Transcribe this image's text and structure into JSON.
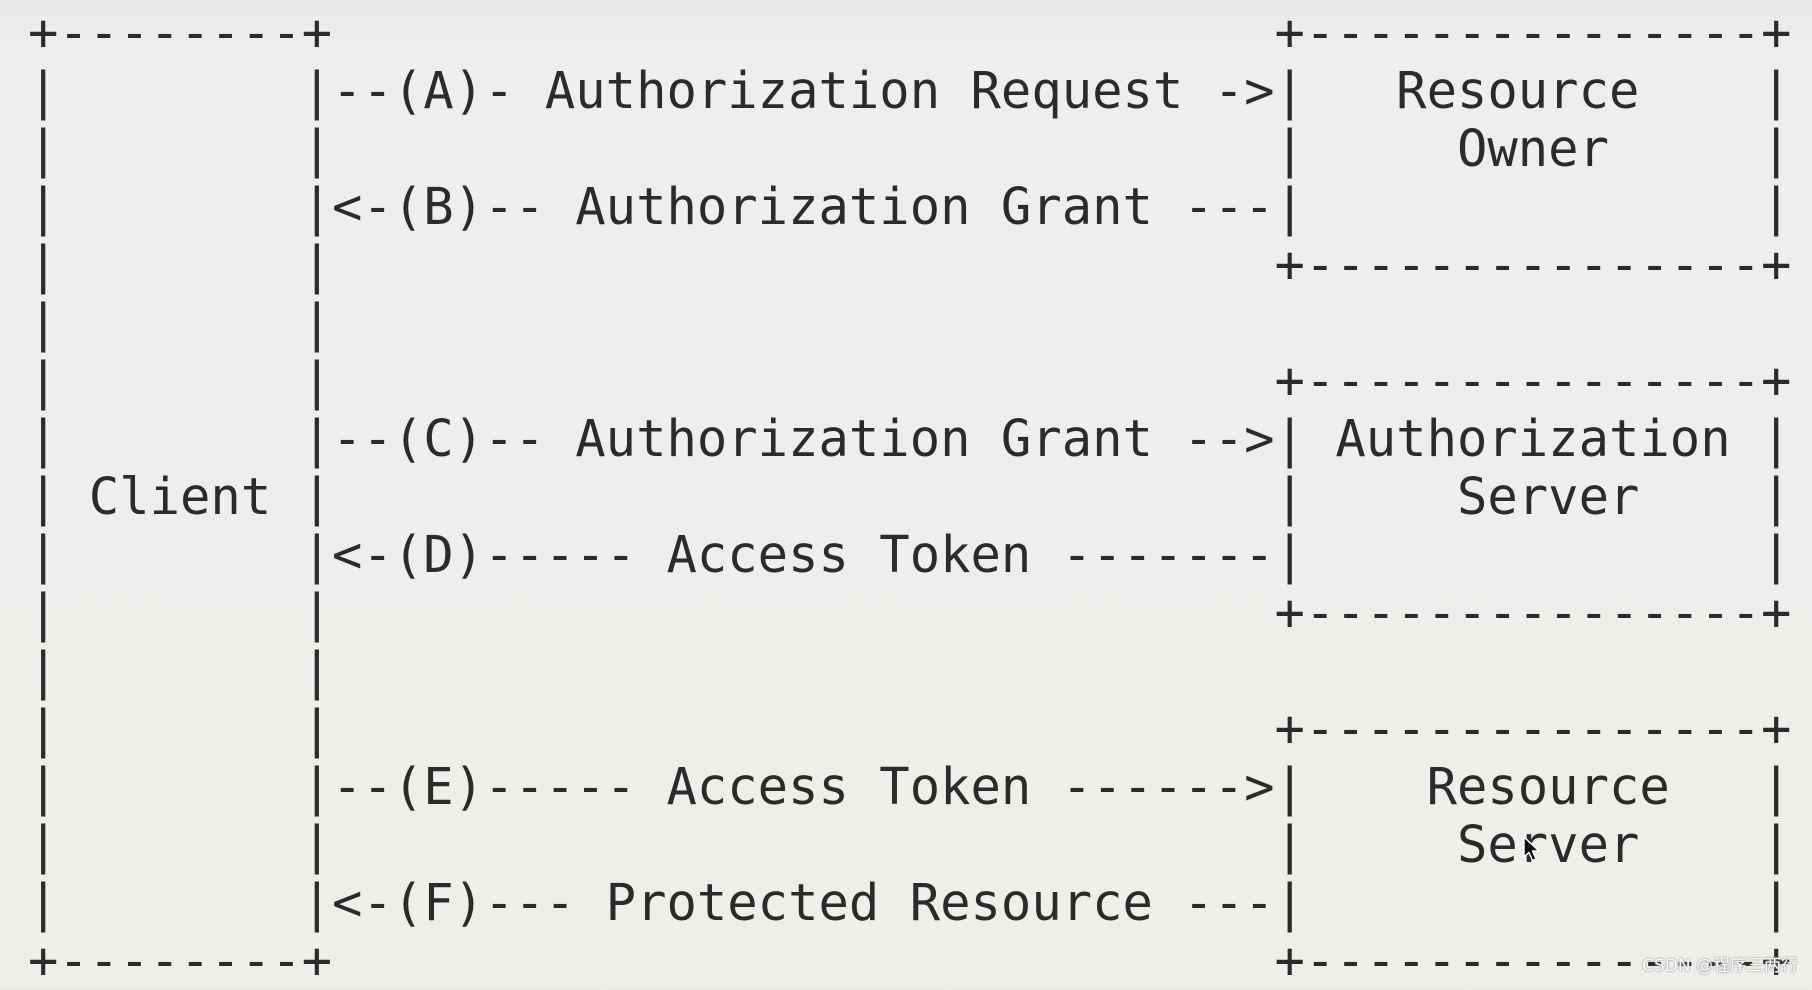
{
  "diagram": {
    "lines": [
      "+--------+                               +---------------+",
      "|        |--(A)- Authorization Request ->|   Resource    |",
      "|        |                               |     Owner     |",
      "|        |<-(B)-- Authorization Grant ---|               |",
      "|        |                               +---------------+",
      "|        |",
      "|        |                               +---------------+",
      "|        |--(C)-- Authorization Grant -->| Authorization |",
      "| Client |                               |     Server    |",
      "|        |<-(D)----- Access Token -------|               |",
      "|        |                               +---------------+",
      "|        |",
      "|        |                               +---------------+",
      "|        |--(E)----- Access Token ------>|    Resource   |",
      "|        |                               |     Server    |",
      "|        |<-(F)--- Protected Resource ---|               |",
      "+--------+                               +---------------+"
    ]
  },
  "watermark": "CSDN @程序三两行",
  "icons": {
    "cursor": "mouse-pointer-icon"
  }
}
